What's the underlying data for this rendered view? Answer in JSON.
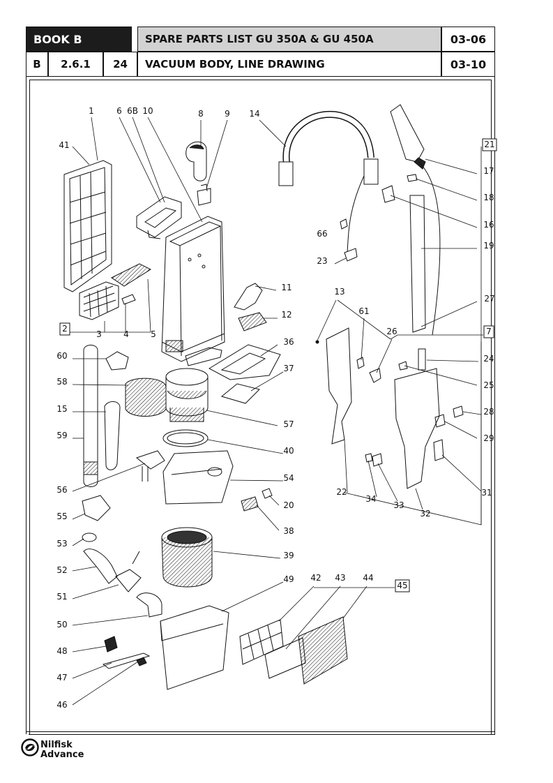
{
  "header": {
    "book": "BOOK B",
    "title": "SPARE PARTS LIST GU 350A & GU 450A",
    "date1": "03-06",
    "section_letter": "B",
    "section_number": "2.6.1",
    "page": "24",
    "subtitle": "VACUUM BODY, LINE DRAWING",
    "date2": "03-10"
  },
  "callouts": [
    "1",
    "6",
    "6B",
    "10",
    "8",
    "9",
    "14",
    "41",
    "21",
    "17",
    "18",
    "16",
    "19",
    "66",
    "23",
    "11",
    "12",
    "13",
    "61",
    "26",
    "27",
    "2",
    "3",
    "4",
    "5",
    "7",
    "36",
    "60",
    "24",
    "25",
    "37",
    "58",
    "57",
    "15",
    "28",
    "29",
    "59",
    "40",
    "54",
    "56",
    "20",
    "22",
    "34",
    "33",
    "32",
    "31",
    "55",
    "38",
    "53",
    "39",
    "52",
    "51",
    "49",
    "42",
    "43",
    "44",
    "45",
    "50",
    "48",
    "47",
    "46"
  ],
  "brand": {
    "line1": "Nilfisk",
    "line2": "Advance"
  }
}
